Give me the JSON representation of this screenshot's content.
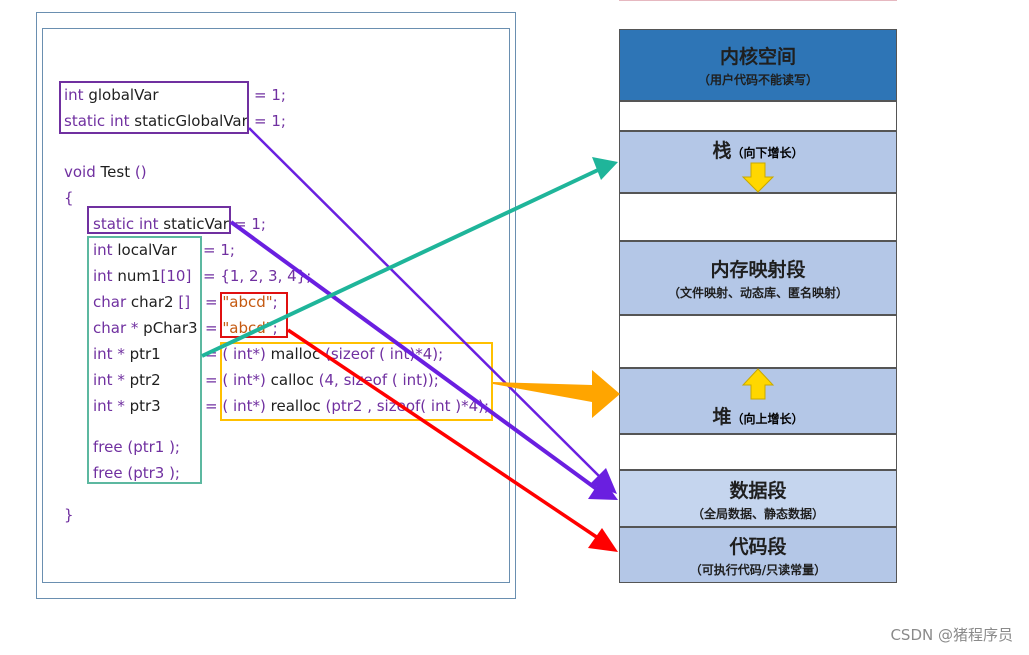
{
  "code": {
    "line1_type": "int",
    "line1_name": "globalVar",
    "line1_init": "= 1;",
    "line2_type": "static int",
    "line2_name": "staticGlobalVar",
    "line2_init": "= 1;",
    "func_kw": "void",
    "func_name": "Test",
    "func_parens": "()",
    "brace_open": "{",
    "static_type": "static int",
    "static_name": "staticVar",
    "static_init": "= 1;",
    "local_type": "int",
    "local_name": "localVar",
    "local_init": "= 1;",
    "num_type": "int",
    "num_name": "num1",
    "num_idx": "[10]",
    "num_init": "= {1, 2, 3, 4};",
    "char2_type": "char",
    "char2_name": "char2",
    "char2_br": "[]",
    "char2_eq": "=",
    "char2_str": "\"abcd\"",
    "char2_end": ";",
    "pchar_type": "char *",
    "pchar_name": "pChar3",
    "pchar_eq": "=",
    "pchar_str": "\"abcd\"",
    "pchar_end": ";",
    "ptr1_type": "int *",
    "ptr1_name": "ptr1",
    "ptr1_init_a": "= ( int*)",
    "ptr1_fn": "malloc",
    "ptr1_init_b": "(sizeof ( int)*4);",
    "ptr2_type": "int *",
    "ptr2_name": "ptr2",
    "ptr2_init_a": "= ( int*)",
    "ptr2_fn": "calloc",
    "ptr2_init_b": "(4, sizeof ( int));",
    "ptr3_type": "int *",
    "ptr3_name": "ptr3",
    "ptr3_init_a": "= ( int*)",
    "ptr3_fn": "realloc",
    "ptr3_init_b": "(ptr2 , sizeof( int )*4);",
    "free1": "free (ptr1 );",
    "free2": "free (ptr3 );",
    "brace_close": "}"
  },
  "memory": {
    "kernel_title": "内核空间",
    "kernel_sub": "（用户代码不能读写）",
    "stack_title": "栈",
    "stack_sub": "（向下增长）",
    "mmap_title": "内存映射段",
    "mmap_sub": "（文件映射、动态库、匿名映射）",
    "heap_title": "堆",
    "heap_sub": "（向上增长）",
    "data_title": "数据段",
    "data_sub": "（全局数据、静态数据）",
    "code_title": "代码段",
    "code_sub": "（可执行代码/只读常量）"
  },
  "colors": {
    "kernel_bg": "#2e75b6",
    "segment_bg": "#b4c7e7",
    "data_bg": "#c5d5ee",
    "gap_bg": "#ffffff",
    "global_arrow": "#6a1fe0",
    "stack_arrow": "#1fb59a",
    "heap_arrow": "#ffa500",
    "const_arrow": "#ff0000",
    "box_purple": "#7030a0",
    "box_teal": "#5cb8a0",
    "box_red": "#e01010",
    "box_yellow": "#ffc000",
    "growth_arrow": "#ffd700"
  },
  "watermark": "CSDN @猪程序员"
}
